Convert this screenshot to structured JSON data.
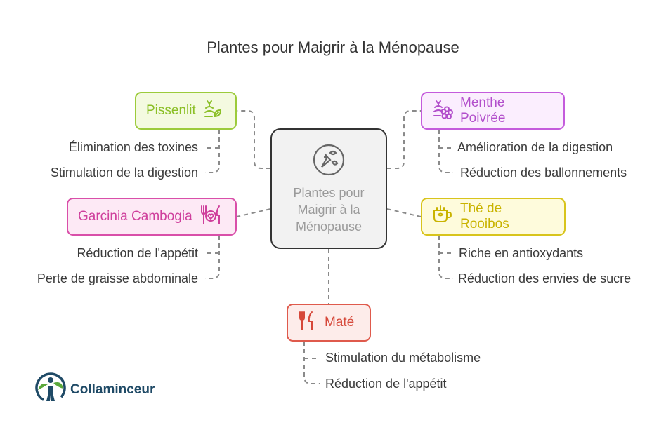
{
  "title": "Plantes pour Maigrir à la Ménopause",
  "center": {
    "label": "Plantes pour Maigrir à la Ménopause"
  },
  "nodes": {
    "pissenlit": {
      "label": "Pissenlit",
      "items": [
        "Élimination des toxines",
        "Stimulation de la digestion"
      ]
    },
    "menthe": {
      "label": "Menthe Poivrée",
      "items": [
        "Amélioration de la digestion",
        "Réduction des ballonnements"
      ]
    },
    "garcinia": {
      "label": "Garcinia Cambogia",
      "items": [
        "Réduction de l'appétit",
        "Perte de graisse abdominale"
      ]
    },
    "rooibos": {
      "label": "Thé de Rooibos",
      "items": [
        "Riche en antioxydants",
        "Réduction des envies de sucre"
      ]
    },
    "mate": {
      "label": "Maté",
      "items": [
        "Stimulation du métabolisme",
        "Réduction de l'appétit"
      ]
    }
  },
  "logo": {
    "text": "Collaminceur"
  },
  "icons": {
    "center": "food-plate-icon",
    "pissenlit": "dandelion-icon",
    "menthe": "mint-flower-icon",
    "garcinia": "fork-heart-icon",
    "rooibos": "tea-cup-icon",
    "mate": "fork-knife-icon"
  },
  "colors": {
    "pissenlit": "#8bbf26",
    "menthe": "#b24fcb",
    "garcinia": "#cf3f9c",
    "rooibos": "#c9b300",
    "mate": "#d6483a"
  }
}
